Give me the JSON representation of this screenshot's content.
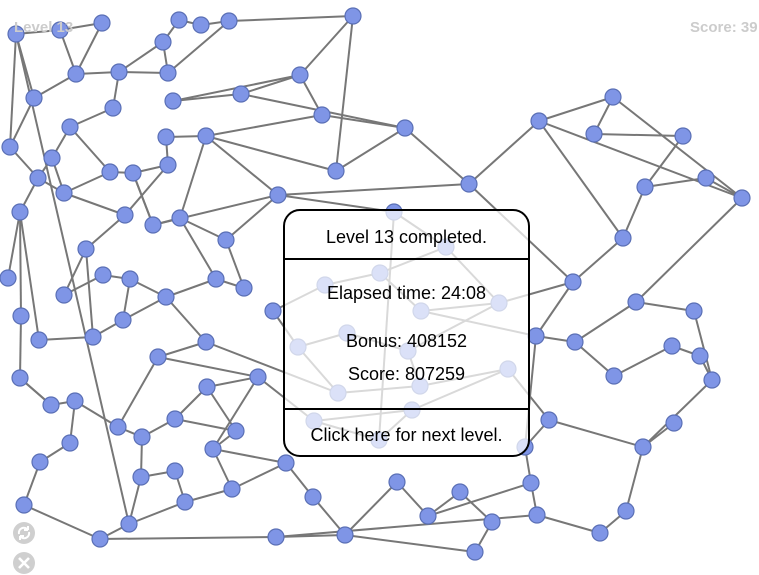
{
  "hud": {
    "level": "Level 13",
    "score": "Score: 39"
  },
  "dialog": {
    "title": "Level 13 completed.",
    "elapsed": "Elapsed time: 24:08",
    "bonus": "Bonus: 408152",
    "score": "Score: 807259",
    "next": "Click here for next level."
  },
  "controls": {
    "refresh_icon": "refresh-icon",
    "close_icon": "close-icon"
  },
  "colors": {
    "node": "#7f95e6",
    "node_stroke": "#5a6fb5",
    "edge": "#777777",
    "dialog_border": "#000000"
  }
}
